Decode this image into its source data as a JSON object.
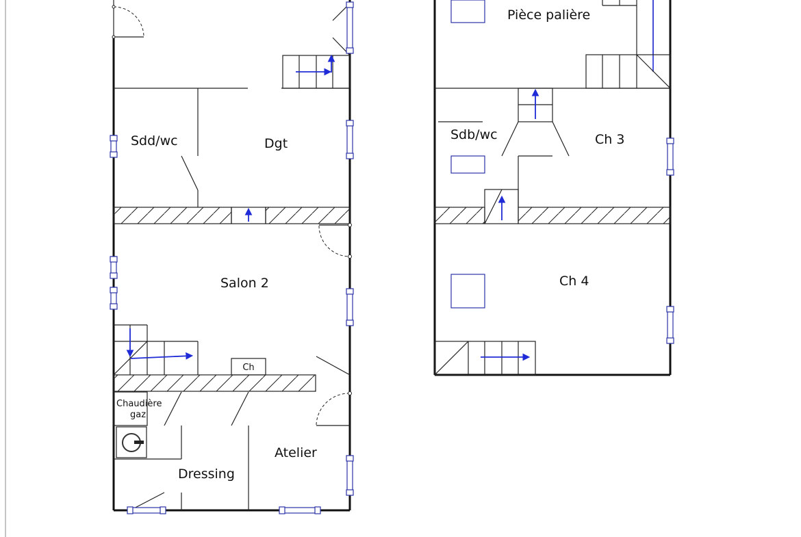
{
  "rooms": {
    "sdd_wc": "Sdd/wc",
    "dgt": "Dgt",
    "salon2": "Salon 2",
    "ch_box": "Ch",
    "chaudiere_line1": "Chaudière",
    "chaudiere_line2": "gaz",
    "dressing": "Dressing",
    "atelier": "Atelier",
    "piece_paliere": "Pièce palière",
    "sdb_wc": "Sdb/wc",
    "ch3": "Ch 3",
    "ch4": "Ch 4"
  },
  "colors": {
    "walls": "#111111",
    "windows": "#2b33a8",
    "fixtures": "#1f2bd6"
  }
}
